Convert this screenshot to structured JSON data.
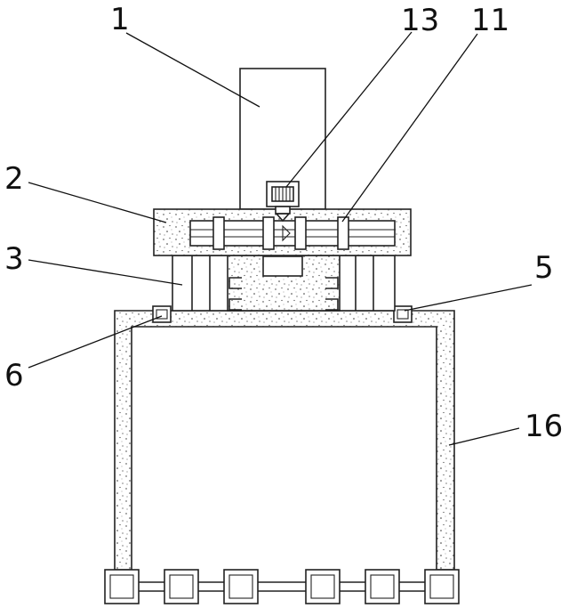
{
  "callouts": [
    {
      "id": "c1",
      "label": "1"
    },
    {
      "id": "c13",
      "label": "13"
    },
    {
      "id": "c11",
      "label": "11"
    },
    {
      "id": "c2",
      "label": "2"
    },
    {
      "id": "c3",
      "label": "3"
    },
    {
      "id": "c5",
      "label": "5"
    },
    {
      "id": "c6",
      "label": "6"
    },
    {
      "id": "c16",
      "label": "16"
    }
  ]
}
